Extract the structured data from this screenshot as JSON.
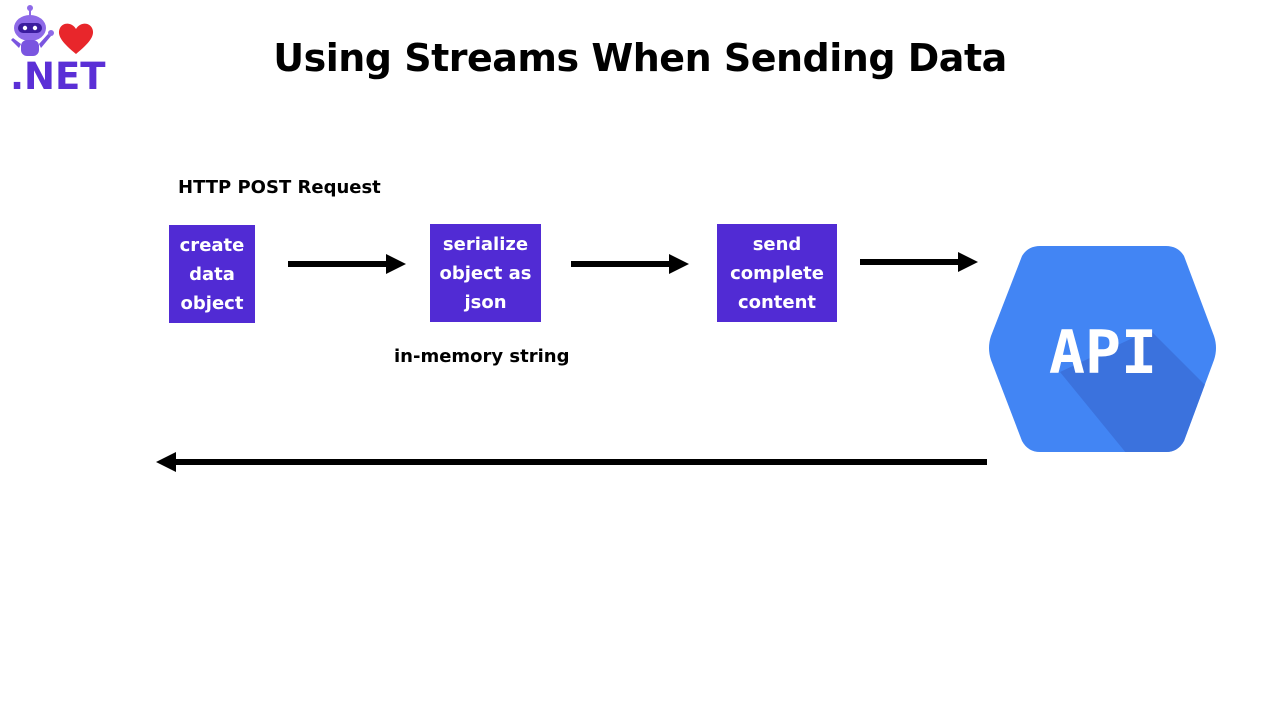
{
  "title": "Using Streams When Sending Data",
  "logo": {
    "text": ".NET",
    "icon": "robot-with-heart-icon"
  },
  "diagram": {
    "request_label": "HTTP POST Request",
    "steps": [
      {
        "label": "create\ndata\nobject"
      },
      {
        "label": "serialize\nobject as\njson"
      },
      {
        "label": "send\ncomplete\ncontent"
      }
    ],
    "note": "in-memory string",
    "api": {
      "label": "API",
      "icon": "api-hexagon-icon"
    }
  },
  "colors": {
    "step_fill": "#512bd4",
    "api_fill": "#4285f4",
    "api_shadow": "#3a6fd8",
    "logo": "#5b2fd6",
    "heart": "#e8262b"
  }
}
